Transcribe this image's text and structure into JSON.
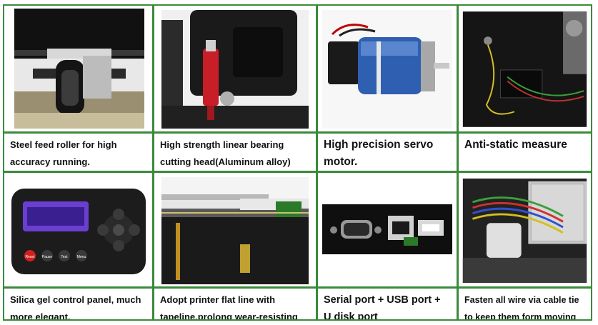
{
  "panels": [
    {
      "caption": "Steel feed roller for high accuracy running.",
      "image": "feed-roller-photo"
    },
    {
      "caption": "High strength linear bearing cutting head(Aluminum alloy)",
      "image": "cutting-head-photo"
    },
    {
      "caption": "High precision servo motor.",
      "image": "servo-motor-photo"
    },
    {
      "caption": "Anti-static measure",
      "image": "anti-static-wire-photo"
    },
    {
      "caption": "Silica gel control panel, much more elegant.",
      "image": "control-panel-photo"
    },
    {
      "caption": "Adopt printer flat line with tapeline,prolong wear-resisting",
      "image": "flat-cable-photo"
    },
    {
      "caption": "Serial port + USB port + U disk port",
      "image": "ports-photo"
    },
    {
      "caption": "Fasten all wire via cable tie to keep them form moving",
      "image": "cable-tie-photo"
    }
  ],
  "control_panel": {
    "buttons": [
      "Reset",
      "Pause",
      "Test",
      "Menu"
    ]
  },
  "colors": {
    "border": "#3a8a3a",
    "machine_black": "#1c1c1c",
    "motor_blue": "#2f5fb0",
    "lcd_purple": "#6a3fd0",
    "reset_red": "#d02020"
  }
}
